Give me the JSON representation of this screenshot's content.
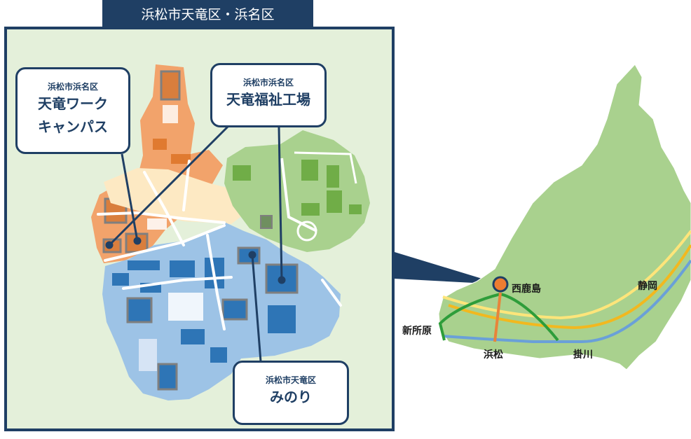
{
  "header": {
    "title": "浜松市天竜区・浜名区"
  },
  "callouts": [
    {
      "sub": "浜松市浜名区",
      "name_line1": "天竜ワーク",
      "name_line2": "キャンパス"
    },
    {
      "sub": "浜松市浜名区",
      "name_line1": "天竜福祉工場"
    },
    {
      "sub": "浜松市天竜区",
      "name_line1": "みのり"
    }
  ],
  "region_map": {
    "places": {
      "nishikajima": "西鹿島",
      "shizuoka": "静岡",
      "shinjohara": "新所原",
      "hamamatsu": "浜松",
      "kakegawa": "掛川"
    }
  },
  "colors": {
    "navy": "#1f3f64",
    "zone_orange": "#f2a36b",
    "zone_green": "#a9d18e",
    "zone_blue": "#9dc3e6",
    "rail_yellow": "#ffe57a",
    "rail_gold": "#f2b81f",
    "rail_blue": "#6aa0d8",
    "rail_green": "#2e9d3a",
    "rail_orange": "#e8843a",
    "marker": "#ed7d31"
  }
}
